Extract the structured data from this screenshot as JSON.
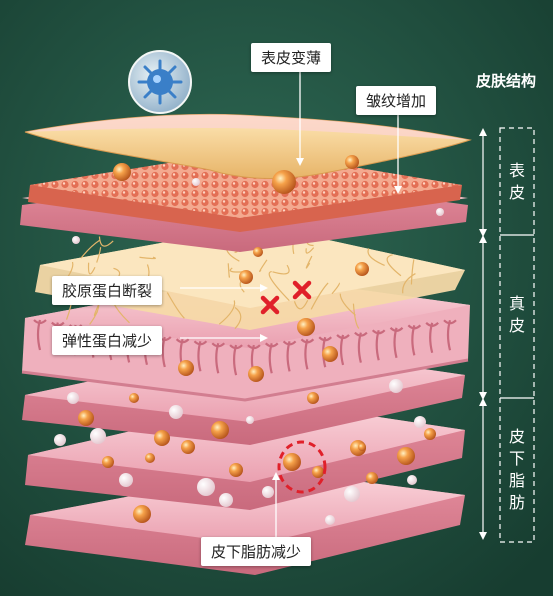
{
  "labels": {
    "thinning": "表皮变薄",
    "wrinkles": "皱纹增加",
    "collagen": "胶原蛋白断裂",
    "elastin": "弹性蛋白减少",
    "fat": "皮下脂肪减少"
  },
  "legend": {
    "title": "皮肤结构",
    "sections": [
      {
        "chars": [
          "表",
          "皮"
        ]
      },
      {
        "chars": [
          "真",
          "皮"
        ]
      },
      {
        "chars": [
          "皮",
          "下",
          "脂",
          "肪"
        ]
      }
    ]
  },
  "icons": {
    "virus": "virus-icon",
    "damage": "red-x-icon",
    "fat_highlight": "dashed-circle-icon"
  },
  "colors": {
    "background": "#1f4a3b",
    "skin_pink": "#f3b5c1",
    "epidermis_gold": "#f2c98a",
    "collagen_fiber": "#e9c27a",
    "fat_globule": "#e07b2a",
    "accent_red": "#e0202a",
    "callout_bg": "#ffffff"
  }
}
